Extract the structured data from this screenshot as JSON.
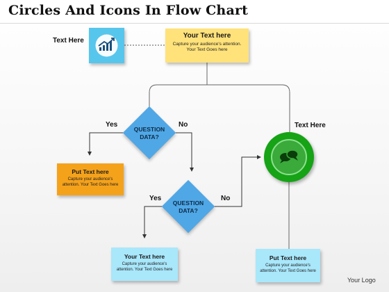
{
  "title": "Circles And Icons In Flow Chart",
  "icon_label": "Text Here",
  "top_box": {
    "heading": "Your Text here",
    "body_line1": "Capture your audience's attention.",
    "body_line2": "Your Text Goes here"
  },
  "diamond1": {
    "line1": "QUESTION",
    "line2": "DATA?",
    "yes": "Yes",
    "no": "No"
  },
  "diamond2": {
    "line1": "QUESTION",
    "line2": "DATA?",
    "yes": "Yes",
    "no": "No"
  },
  "orange_box": {
    "heading": "Put Text here",
    "body_line1": "Capture your audience's",
    "body_line2": "attention. Your Text Goes here"
  },
  "blue_box_left": {
    "heading": "Your Text here",
    "body_line1": "Capture your audience's",
    "body_line2": "attention. Your Text Goes here"
  },
  "blue_box_right": {
    "heading": "Put Text here",
    "body_line1": "Capture your audience's",
    "body_line2": "attention. Your Text Goes here"
  },
  "circle_label": "Text Here",
  "logo": "Your Logo",
  "colors": {
    "yellow": "#ffe27a",
    "orange": "#f5a21b",
    "light_blue": "#a9e7fb",
    "diamond": "#4fa7e6",
    "icon_square": "#57c6ec",
    "circle": "#16a316"
  },
  "icons": {
    "square": "growth-chart-icon",
    "circle": "chat-bubbles-icon"
  }
}
